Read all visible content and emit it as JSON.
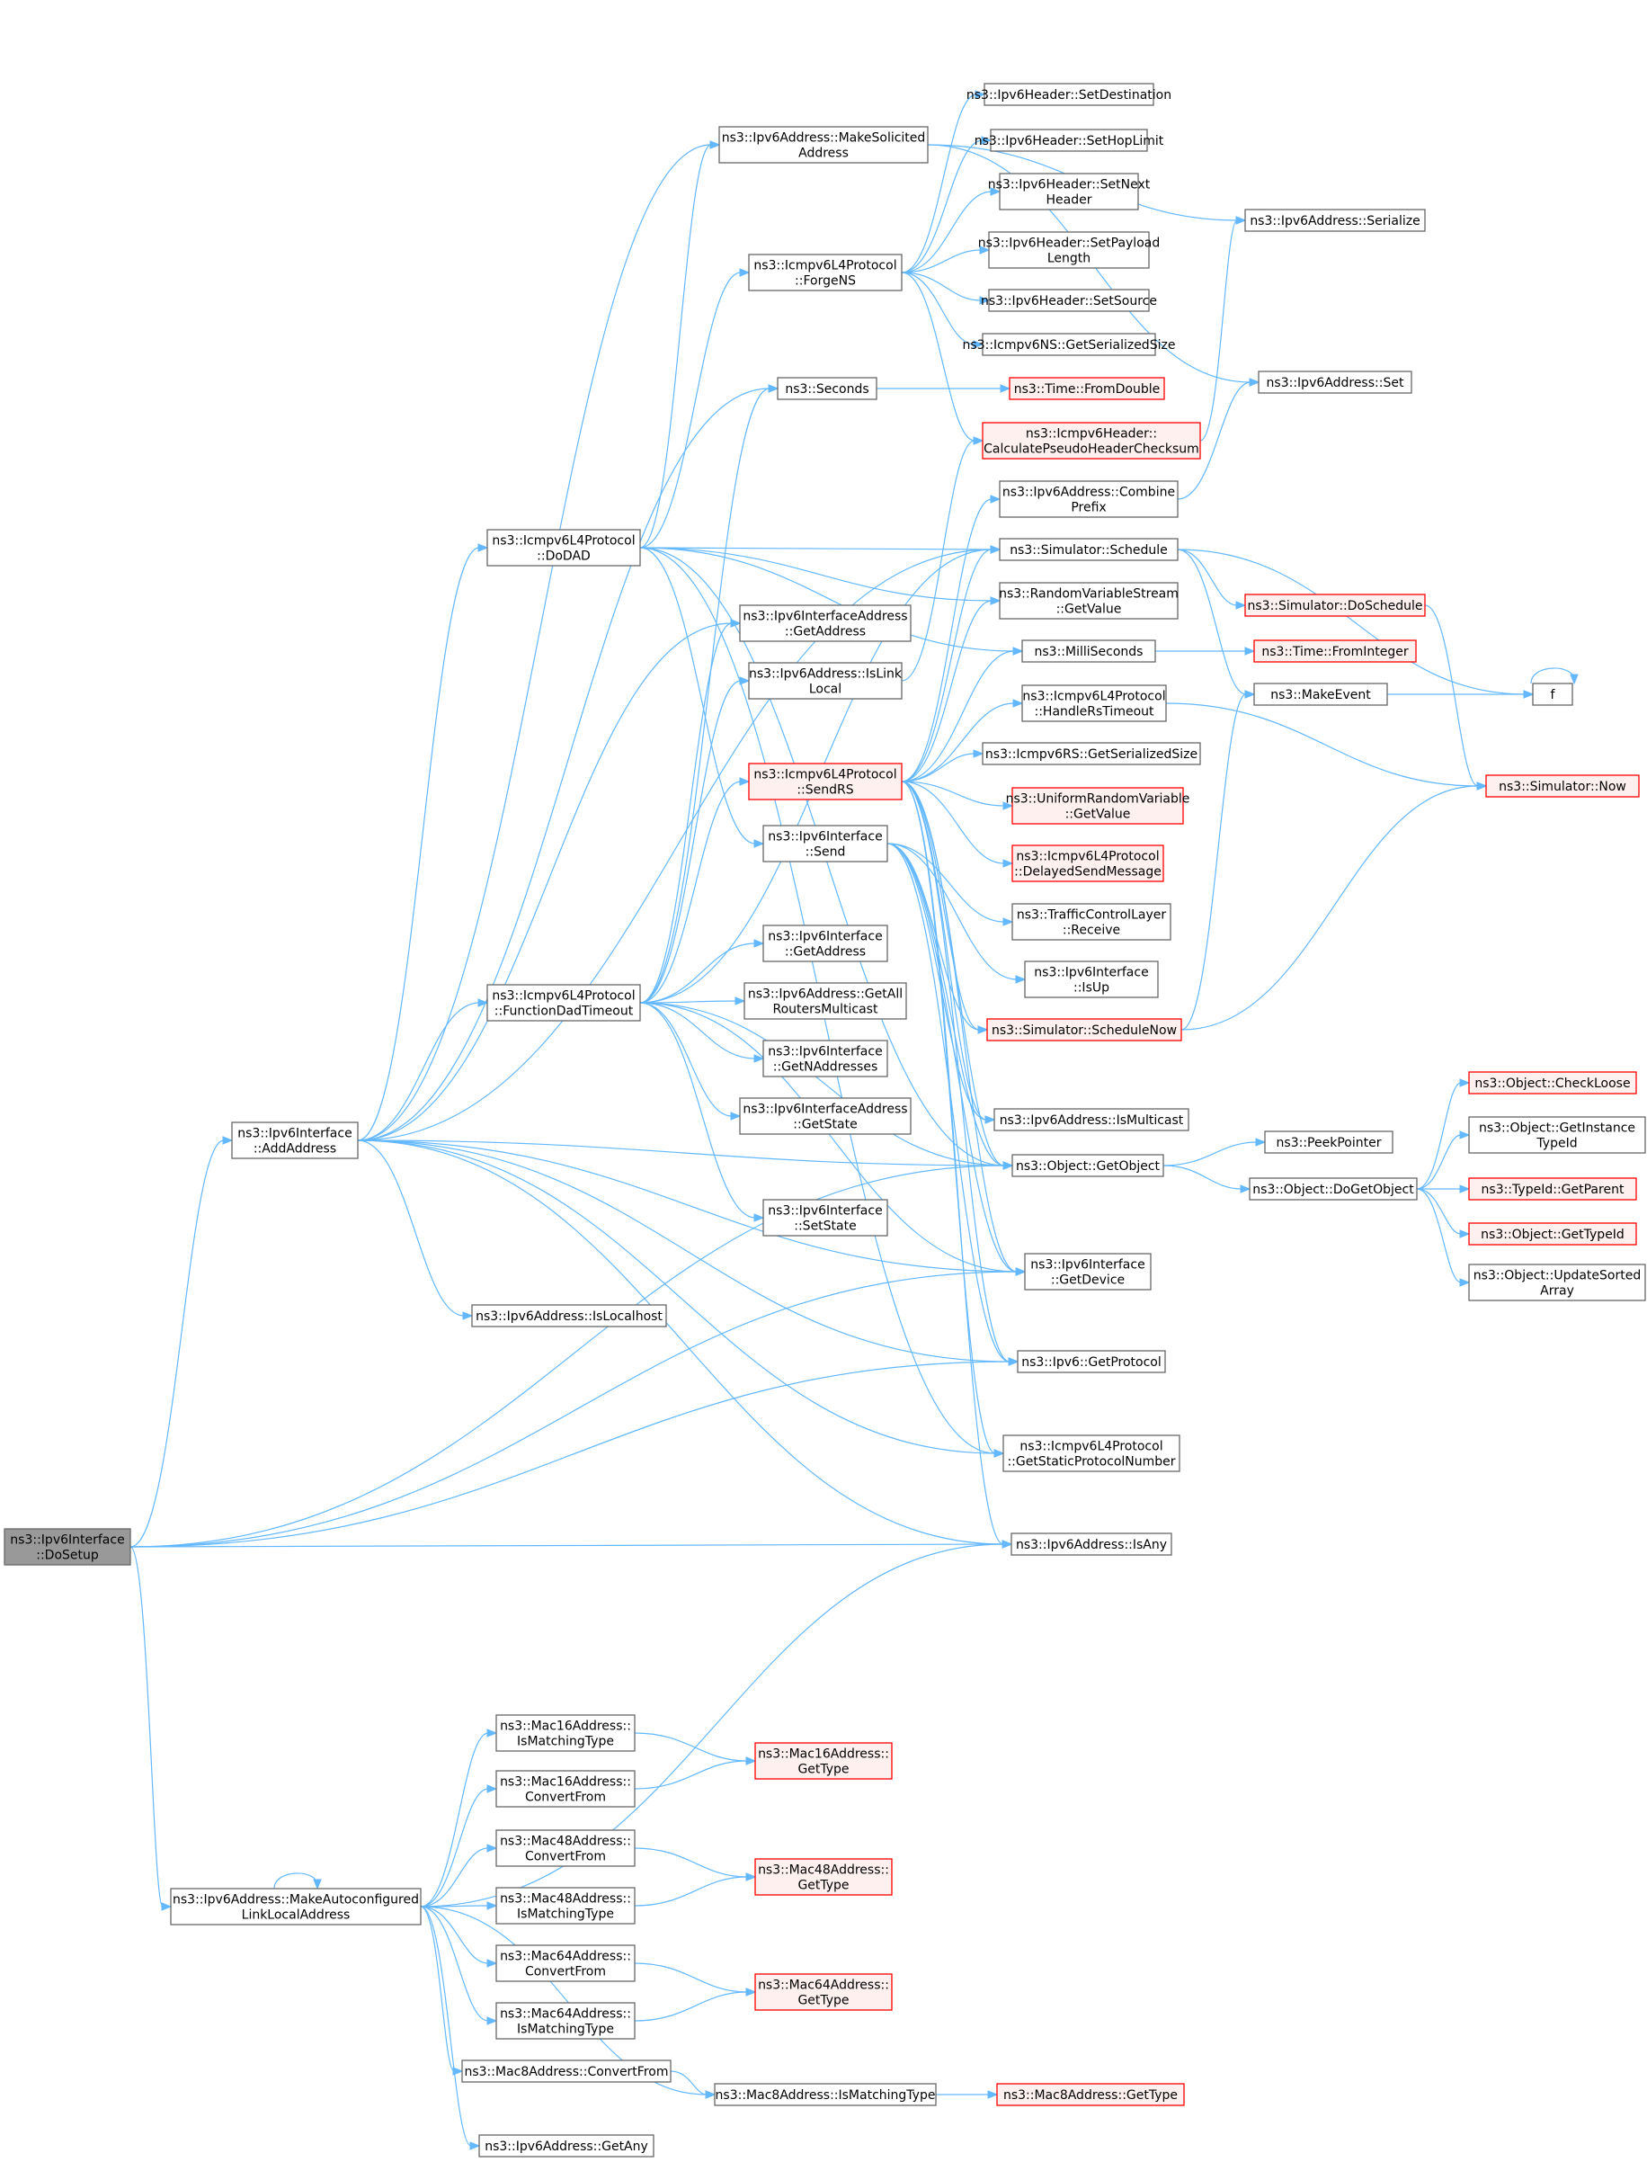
{
  "colors": {
    "edge": "#63b8ff",
    "node_border": "#666666",
    "node_fill": "#ffffff",
    "highlight_fill": "#999999",
    "highlight_border": "#666666",
    "truncated_border": "#ff0000",
    "truncated_fill": "#fff0f0"
  },
  "nodes": [
    {
      "id": "dosetup",
      "lines": [
        "ns3::Ipv6Interface",
        "::DoSetup"
      ],
      "style": "highlight"
    },
    {
      "id": "addaddress",
      "lines": [
        "ns3::Ipv6Interface",
        "::AddAddress"
      ],
      "style": "normal"
    },
    {
      "id": "makeauto",
      "lines": [
        "ns3::Ipv6Address::MakeAutoconfigured",
        "LinkLocalAddress"
      ],
      "style": "normal"
    },
    {
      "id": "makesolicited",
      "lines": [
        "ns3::Ipv6Address::MakeSolicited",
        "Address"
      ],
      "style": "normal"
    },
    {
      "id": "forgens",
      "lines": [
        "ns3::Icmpv6L4Protocol",
        "::ForgeNS"
      ],
      "style": "normal"
    },
    {
      "id": "seconds",
      "lines": [
        "ns3::Seconds"
      ],
      "style": "normal"
    },
    {
      "id": "dodad",
      "lines": [
        "ns3::Icmpv6L4Protocol",
        "::DoDAD"
      ],
      "style": "normal"
    },
    {
      "id": "ifaddr_getaddress",
      "lines": [
        "ns3::Ipv6InterfaceAddress",
        "::GetAddress"
      ],
      "style": "normal"
    },
    {
      "id": "islinklocal",
      "lines": [
        "ns3::Ipv6Address::IsLink",
        "Local"
      ],
      "style": "normal"
    },
    {
      "id": "sendrs",
      "lines": [
        "ns3::Icmpv6L4Protocol",
        "::SendRS"
      ],
      "style": "truncated"
    },
    {
      "id": "send",
      "lines": [
        "ns3::Ipv6Interface",
        "::Send"
      ],
      "style": "normal"
    },
    {
      "id": "ipv6if_getaddress",
      "lines": [
        "ns3::Ipv6Interface",
        "::GetAddress"
      ],
      "style": "normal"
    },
    {
      "id": "getallrouters",
      "lines": [
        "ns3::Ipv6Address::GetAll",
        "RoutersMulticast"
      ],
      "style": "normal"
    },
    {
      "id": "getnaddresses",
      "lines": [
        "ns3::Ipv6Interface",
        "::GetNAddresses"
      ],
      "style": "normal"
    },
    {
      "id": "ifaddr_getstate",
      "lines": [
        "ns3::Ipv6InterfaceAddress",
        "::GetState"
      ],
      "style": "normal"
    },
    {
      "id": "setstate",
      "lines": [
        "ns3::Ipv6Interface",
        "::SetState"
      ],
      "style": "normal"
    },
    {
      "id": "functiondad",
      "lines": [
        "ns3::Icmpv6L4Protocol",
        "::FunctionDadTimeout"
      ],
      "style": "normal"
    },
    {
      "id": "islocalhost",
      "lines": [
        "ns3::Ipv6Address::IsLocalhost"
      ],
      "style": "normal"
    },
    {
      "id": "setdestination",
      "lines": [
        "ns3::Ipv6Header::SetDestination"
      ],
      "style": "normal"
    },
    {
      "id": "sethoplimit",
      "lines": [
        "ns3::Ipv6Header::SetHopLimit"
      ],
      "style": "normal"
    },
    {
      "id": "setnextheader",
      "lines": [
        "ns3::Ipv6Header::SetNext",
        "Header"
      ],
      "style": "normal"
    },
    {
      "id": "setpayload",
      "lines": [
        "ns3::Ipv6Header::SetPayload",
        "Length"
      ],
      "style": "normal"
    },
    {
      "id": "setsource",
      "lines": [
        "ns3::Ipv6Header::SetSource"
      ],
      "style": "normal"
    },
    {
      "id": "nsgetsize",
      "lines": [
        "ns3::Icmpv6NS::GetSerializedSize"
      ],
      "style": "normal"
    },
    {
      "id": "fromdouble",
      "lines": [
        "ns3::Time::FromDouble"
      ],
      "style": "truncated"
    },
    {
      "id": "pseudochecksum",
      "lines": [
        "ns3::Icmpv6Header::",
        "CalculatePseudoHeaderChecksum"
      ],
      "style": "truncated"
    },
    {
      "id": "combineprefix",
      "lines": [
        "ns3::Ipv6Address::Combine",
        "Prefix"
      ],
      "style": "normal"
    },
    {
      "id": "schedule",
      "lines": [
        "ns3::Simulator::Schedule"
      ],
      "style": "normal"
    },
    {
      "id": "rvs_getvalue",
      "lines": [
        "ns3::RandomVariableStream",
        "::GetValue"
      ],
      "style": "normal"
    },
    {
      "id": "milliseconds",
      "lines": [
        "ns3::MilliSeconds"
      ],
      "style": "normal"
    },
    {
      "id": "handlerstimeout",
      "lines": [
        "ns3::Icmpv6L4Protocol",
        "::HandleRsTimeout"
      ],
      "style": "normal"
    },
    {
      "id": "rsgetsize",
      "lines": [
        "ns3::Icmpv6RS::GetSerializedSize"
      ],
      "style": "normal"
    },
    {
      "id": "uniform_getvalue",
      "lines": [
        "ns3::UniformRandomVariable",
        "::GetValue"
      ],
      "style": "truncated"
    },
    {
      "id": "delayedsend",
      "lines": [
        "ns3::Icmpv6L4Protocol",
        "::DelayedSendMessage"
      ],
      "style": "truncated"
    },
    {
      "id": "tcl_receive",
      "lines": [
        "ns3::TrafficControlLayer",
        "::Receive"
      ],
      "style": "normal"
    },
    {
      "id": "isup",
      "lines": [
        "ns3::Ipv6Interface",
        "::IsUp"
      ],
      "style": "normal"
    },
    {
      "id": "schedulenow",
      "lines": [
        "ns3::Simulator::ScheduleNow"
      ],
      "style": "truncated"
    },
    {
      "id": "ismulticast",
      "lines": [
        "ns3::Ipv6Address::IsMulticast"
      ],
      "style": "normal"
    },
    {
      "id": "getobject",
      "lines": [
        "ns3::Object::GetObject"
      ],
      "style": "normal"
    },
    {
      "id": "getdevice",
      "lines": [
        "ns3::Ipv6Interface",
        "::GetDevice"
      ],
      "style": "normal"
    },
    {
      "id": "getprotocol",
      "lines": [
        "ns3::Ipv6::GetProtocol"
      ],
      "style": "normal"
    },
    {
      "id": "getstaticproto",
      "lines": [
        "ns3::Icmpv6L4Protocol",
        "::GetStaticProtocolNumber"
      ],
      "style": "normal"
    },
    {
      "id": "isany",
      "lines": [
        "ns3::Ipv6Address::IsAny"
      ],
      "style": "normal"
    },
    {
      "id": "serialize",
      "lines": [
        "ns3::Ipv6Address::Serialize"
      ],
      "style": "normal"
    },
    {
      "id": "set",
      "lines": [
        "ns3::Ipv6Address::Set"
      ],
      "style": "normal"
    },
    {
      "id": "doschedule",
      "lines": [
        "ns3::Simulator::DoSchedule"
      ],
      "style": "truncated"
    },
    {
      "id": "frominteger",
      "lines": [
        "ns3::Time::FromInteger"
      ],
      "style": "truncated"
    },
    {
      "id": "makeevent",
      "lines": [
        "ns3::MakeEvent"
      ],
      "style": "normal"
    },
    {
      "id": "f",
      "lines": [
        "f"
      ],
      "style": "normal"
    },
    {
      "id": "now",
      "lines": [
        "ns3::Simulator::Now"
      ],
      "style": "truncated"
    },
    {
      "id": "peekpointer",
      "lines": [
        "ns3::PeekPointer"
      ],
      "style": "normal"
    },
    {
      "id": "dogetobject",
      "lines": [
        "ns3::Object::DoGetObject"
      ],
      "style": "normal"
    },
    {
      "id": "checkloose",
      "lines": [
        "ns3::Object::CheckLoose"
      ],
      "style": "truncated"
    },
    {
      "id": "getinstancetypeid",
      "lines": [
        "ns3::Object::GetInstance",
        "TypeId"
      ],
      "style": "normal"
    },
    {
      "id": "getparent",
      "lines": [
        "ns3::TypeId::GetParent"
      ],
      "style": "truncated"
    },
    {
      "id": "gettypeid",
      "lines": [
        "ns3::Object::GetTypeId"
      ],
      "style": "truncated"
    },
    {
      "id": "updatesorted",
      "lines": [
        "ns3::Object::UpdateSorted",
        "Array"
      ],
      "style": "normal"
    },
    {
      "id": "mac16_ismatching",
      "lines": [
        "ns3::Mac16Address::",
        "IsMatchingType"
      ],
      "style": "normal"
    },
    {
      "id": "mac16_convert",
      "lines": [
        "ns3::Mac16Address::",
        "ConvertFrom"
      ],
      "style": "normal"
    },
    {
      "id": "mac48_convert",
      "lines": [
        "ns3::Mac48Address::",
        "ConvertFrom"
      ],
      "style": "normal"
    },
    {
      "id": "mac48_ismatching",
      "lines": [
        "ns3::Mac48Address::",
        "IsMatchingType"
      ],
      "style": "normal"
    },
    {
      "id": "mac64_convert",
      "lines": [
        "ns3::Mac64Address::",
        "ConvertFrom"
      ],
      "style": "normal"
    },
    {
      "id": "mac64_ismatching",
      "lines": [
        "ns3::Mac64Address::",
        "IsMatchingType"
      ],
      "style": "normal"
    },
    {
      "id": "mac8_convert",
      "lines": [
        "ns3::Mac8Address::ConvertFrom"
      ],
      "style": "normal"
    },
    {
      "id": "mac8_ismatching",
      "lines": [
        "ns3::Mac8Address::IsMatchingType"
      ],
      "style": "normal"
    },
    {
      "id": "getany",
      "lines": [
        "ns3::Ipv6Address::GetAny"
      ],
      "style": "normal"
    },
    {
      "id": "mac16_gettype",
      "lines": [
        "ns3::Mac16Address::",
        "GetType"
      ],
      "style": "truncated"
    },
    {
      "id": "mac48_gettype",
      "lines": [
        "ns3::Mac48Address::",
        "GetType"
      ],
      "style": "truncated"
    },
    {
      "id": "mac64_gettype",
      "lines": [
        "ns3::Mac64Address::",
        "GetType"
      ],
      "style": "truncated"
    },
    {
      "id": "mac8_gettype",
      "lines": [
        "ns3::Mac8Address::GetType"
      ],
      "style": "truncated"
    }
  ],
  "edges": [
    [
      "dosetup",
      "addaddress"
    ],
    [
      "dosetup",
      "makeauto"
    ],
    [
      "dosetup",
      "getobject"
    ],
    [
      "dosetup",
      "getdevice"
    ],
    [
      "dosetup",
      "getprotocol"
    ],
    [
      "dosetup",
      "isany"
    ],
    [
      "addaddress",
      "makesolicited"
    ],
    [
      "addaddress",
      "seconds"
    ],
    [
      "addaddress",
      "dodad"
    ],
    [
      "addaddress",
      "ifaddr_getaddress"
    ],
    [
      "addaddress",
      "functiondad"
    ],
    [
      "addaddress",
      "islocalhost"
    ],
    [
      "addaddress",
      "schedule"
    ],
    [
      "addaddress",
      "getobject"
    ],
    [
      "addaddress",
      "getdevice"
    ],
    [
      "addaddress",
      "getprotocol"
    ],
    [
      "addaddress",
      "getstaticproto"
    ],
    [
      "addaddress",
      "isany"
    ],
    [
      "dodad",
      "makesolicited"
    ],
    [
      "dodad",
      "forgens"
    ],
    [
      "dodad",
      "schedule"
    ],
    [
      "dodad",
      "rvs_getvalue"
    ],
    [
      "dodad",
      "milliseconds"
    ],
    [
      "dodad",
      "send"
    ],
    [
      "dodad",
      "getobject"
    ],
    [
      "dodad",
      "getstaticproto"
    ],
    [
      "forgens",
      "setdestination"
    ],
    [
      "forgens",
      "sethoplimit"
    ],
    [
      "forgens",
      "setnextheader"
    ],
    [
      "forgens",
      "setpayload"
    ],
    [
      "forgens",
      "setsource"
    ],
    [
      "forgens",
      "nsgetsize"
    ],
    [
      "forgens",
      "pseudochecksum"
    ],
    [
      "makesolicited",
      "serialize"
    ],
    [
      "makesolicited",
      "set"
    ],
    [
      "seconds",
      "fromdouble"
    ],
    [
      "pseudochecksum",
      "serialize"
    ],
    [
      "combineprefix",
      "set"
    ],
    [
      "functiondad",
      "seconds"
    ],
    [
      "functiondad",
      "ifaddr_getaddress"
    ],
    [
      "functiondad",
      "islinklocal"
    ],
    [
      "functiondad",
      "sendrs"
    ],
    [
      "functiondad",
      "ipv6if_getaddress"
    ],
    [
      "functiondad",
      "getallrouters"
    ],
    [
      "functiondad",
      "getnaddresses"
    ],
    [
      "functiondad",
      "ifaddr_getstate"
    ],
    [
      "functiondad",
      "setstate"
    ],
    [
      "functiondad",
      "schedule"
    ],
    [
      "functiondad",
      "getobject"
    ],
    [
      "functiondad",
      "getdevice"
    ],
    [
      "islinklocal",
      "pseudochecksum"
    ],
    [
      "sendrs",
      "combineprefix"
    ],
    [
      "sendrs",
      "schedule"
    ],
    [
      "sendrs",
      "rvs_getvalue"
    ],
    [
      "sendrs",
      "milliseconds"
    ],
    [
      "sendrs",
      "handlerstimeout"
    ],
    [
      "sendrs",
      "rsgetsize"
    ],
    [
      "sendrs",
      "uniform_getvalue"
    ],
    [
      "sendrs",
      "delayedsend"
    ],
    [
      "sendrs",
      "schedulenow"
    ],
    [
      "sendrs",
      "ismulticast"
    ],
    [
      "sendrs",
      "getobject"
    ],
    [
      "sendrs",
      "getdevice"
    ],
    [
      "sendrs",
      "getprotocol"
    ],
    [
      "sendrs",
      "getstaticproto"
    ],
    [
      "sendrs",
      "isany"
    ],
    [
      "send",
      "tcl_receive"
    ],
    [
      "send",
      "isup"
    ],
    [
      "send",
      "schedulenow"
    ],
    [
      "send",
      "ismulticast"
    ],
    [
      "send",
      "getobject"
    ],
    [
      "send",
      "getdevice"
    ],
    [
      "send",
      "getprotocol"
    ],
    [
      "schedule",
      "doschedule"
    ],
    [
      "schedule",
      "makeevent"
    ],
    [
      "schedule",
      "f"
    ],
    [
      "milliseconds",
      "frominteger"
    ],
    [
      "makeevent",
      "f"
    ],
    [
      "f",
      "f"
    ],
    [
      "doschedule",
      "now"
    ],
    [
      "handlerstimeout",
      "now"
    ],
    [
      "schedulenow",
      "makeevent"
    ],
    [
      "schedulenow",
      "now"
    ],
    [
      "getobject",
      "peekpointer"
    ],
    [
      "getobject",
      "dogetobject"
    ],
    [
      "dogetobject",
      "checkloose"
    ],
    [
      "dogetobject",
      "getinstancetypeid"
    ],
    [
      "dogetobject",
      "getparent"
    ],
    [
      "dogetobject",
      "gettypeid"
    ],
    [
      "dogetobject",
      "updatesorted"
    ],
    [
      "makeauto",
      "makeauto"
    ],
    [
      "makeauto",
      "isany"
    ],
    [
      "makeauto",
      "mac16_ismatching"
    ],
    [
      "makeauto",
      "mac16_convert"
    ],
    [
      "makeauto",
      "mac48_convert"
    ],
    [
      "makeauto",
      "mac48_ismatching"
    ],
    [
      "makeauto",
      "mac64_convert"
    ],
    [
      "makeauto",
      "mac64_ismatching"
    ],
    [
      "makeauto",
      "mac8_convert"
    ],
    [
      "makeauto",
      "mac8_ismatching"
    ],
    [
      "makeauto",
      "getany"
    ],
    [
      "mac16_ismatching",
      "mac16_gettype"
    ],
    [
      "mac16_convert",
      "mac16_gettype"
    ],
    [
      "mac48_convert",
      "mac48_gettype"
    ],
    [
      "mac48_ismatching",
      "mac48_gettype"
    ],
    [
      "mac64_convert",
      "mac64_gettype"
    ],
    [
      "mac64_ismatching",
      "mac64_gettype"
    ],
    [
      "mac8_convert",
      "mac8_ismatching"
    ],
    [
      "mac8_ismatching",
      "mac8_gettype"
    ]
  ]
}
